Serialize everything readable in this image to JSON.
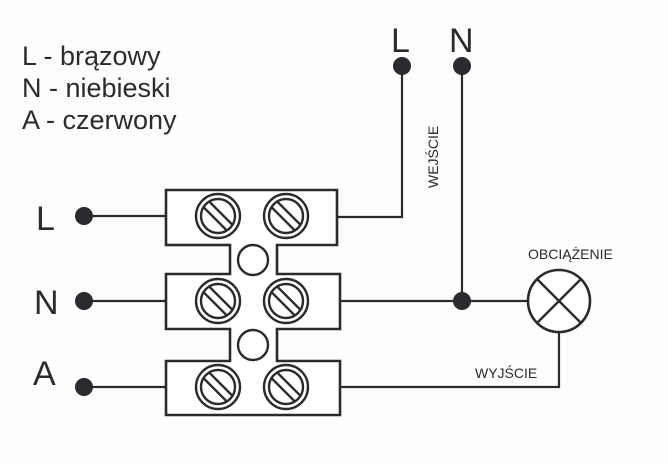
{
  "legend": [
    {
      "key": "L",
      "text": "L - brązowy"
    },
    {
      "key": "N",
      "text": "N - niebieski"
    },
    {
      "key": "A",
      "text": "A - czerwony"
    }
  ],
  "terminals_left": [
    {
      "label": "L"
    },
    {
      "label": "N"
    },
    {
      "label": "A"
    }
  ],
  "terminals_top": [
    {
      "label": "L"
    },
    {
      "label": "N"
    }
  ],
  "labels": {
    "input": "WEJŚCIE",
    "output": "WYJŚCIE",
    "load": "OBCIĄŻENIE"
  },
  "terminal_block": {
    "rows": 3,
    "screws_per_row": 2
  },
  "colors": {
    "line": "#2b2b2f",
    "background": "#fdfdfd"
  }
}
